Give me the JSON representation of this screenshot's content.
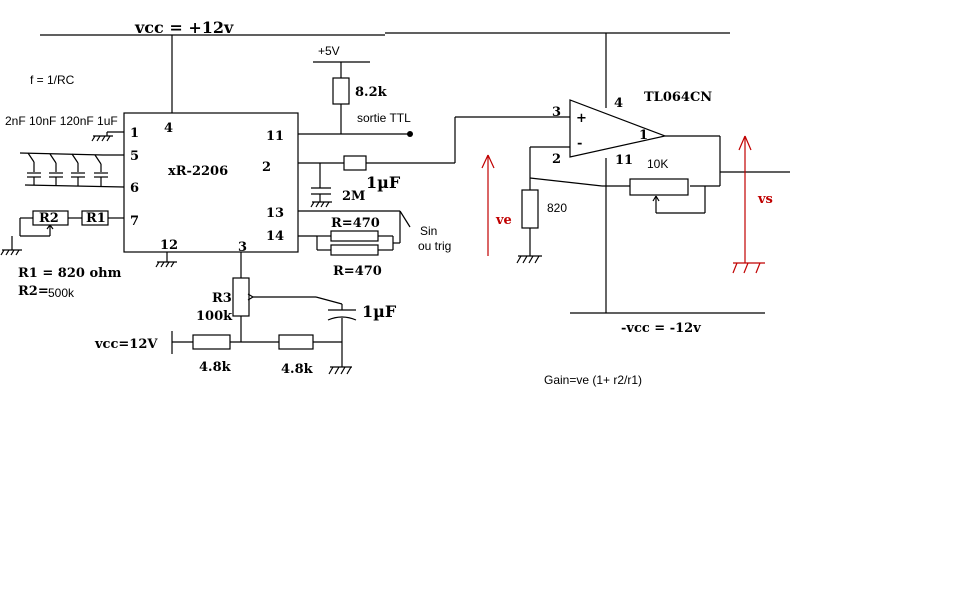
{
  "labels": {
    "vcc_top": "vcc = +12v",
    "freq": "f = 1/RC",
    "caps": "2nF 10nF 120nF 1uF",
    "pin1": "1",
    "pin4": "4",
    "pin5": "5",
    "pin6": "6",
    "pin7": "7",
    "pin12": "12",
    "pin3": "3",
    "pin11": "11",
    "pin2": "2",
    "pin13": "13",
    "pin14": "14",
    "ic_name": "xR-2206",
    "r2": "R2",
    "r1": "R1",
    "r1_value": "R1 = 820 ohm",
    "r2_value_prefix": "R2=",
    "r2_value": "500k",
    "plus5v": "+5V",
    "r_82k": "8.2k",
    "sortie_ttl": "sortie TTL",
    "cap_1uf_out": "1µF",
    "r_2m": "2M",
    "r470_top": "R=470",
    "r470_bottom": "R=470",
    "sin": "Sin",
    "ou_trig": "ou trig",
    "r3": "R3",
    "r3_value": "100k",
    "cap_1uf_bottom": "1µF",
    "vcc12": "vcc=12V",
    "r48k_left": "4.8k",
    "r48k_right": "4.8k",
    "opamp_name": "TL064CN",
    "op_pin3": "3",
    "op_pin4": "4",
    "op_pin2": "2",
    "op_pin1": "1",
    "op_pin11": "11",
    "op_plus": "+",
    "op_minus": "-",
    "r_10k": "10K",
    "r_820": "820",
    "ve": "ve",
    "vs": "vs",
    "neg_vcc": "-vcc = -12v",
    "gain": "Gain=ve (1+ r2/r1)"
  }
}
